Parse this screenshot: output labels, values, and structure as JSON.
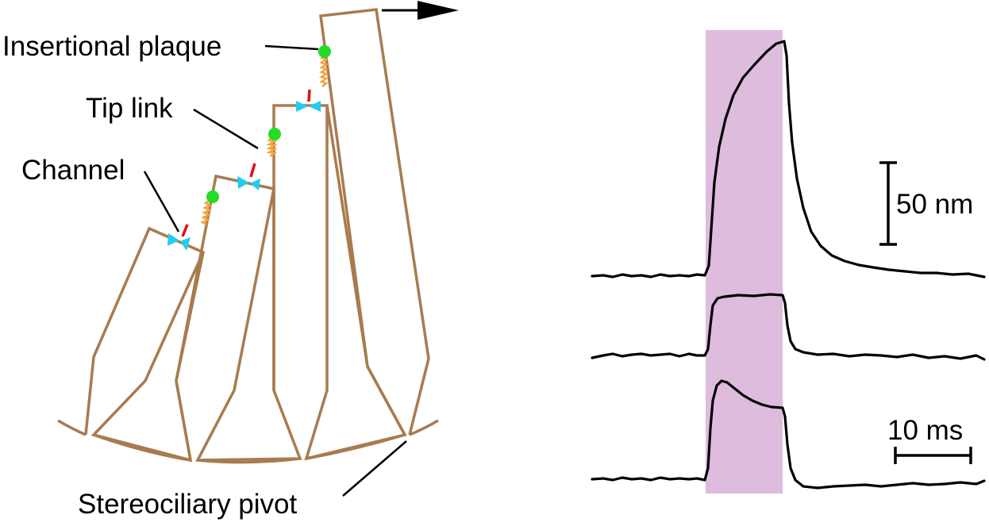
{
  "labels": {
    "insertional_plaque": "Insertional plaque",
    "tip_link": "Tip link",
    "channel": "Channel",
    "stereociliary_pivot": "Stereociliary pivot"
  },
  "scale_bars": {
    "amplitude": "50 nm",
    "time": "10 ms"
  },
  "colors": {
    "stereocilia": "#A87B4F",
    "plaque": "#22DD22",
    "tip_link": "#F2A43A",
    "tether": "#DD1111",
    "channel": "#22CCEE",
    "stimulus": "#DDBCDD",
    "trace": "#000000"
  },
  "icons": {
    "arrow": "right-arrow-icon"
  }
}
